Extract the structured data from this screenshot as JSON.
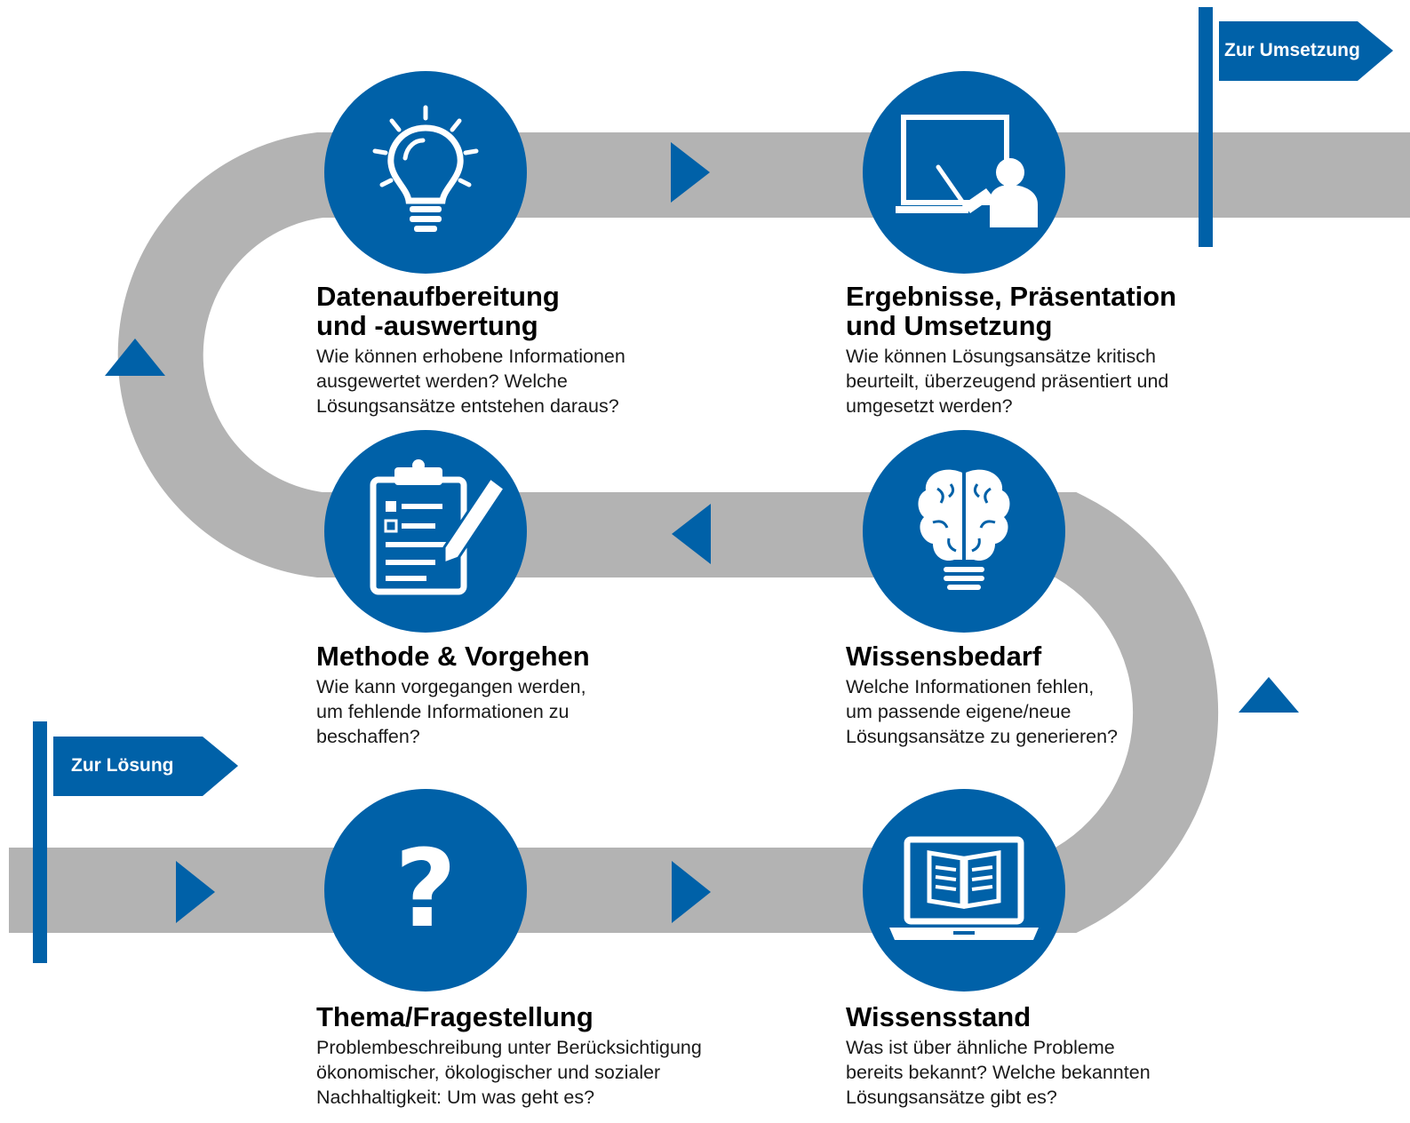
{
  "colors": {
    "brand_blue": "#0061a8",
    "road_gray": "#b3b3b3"
  },
  "flags": {
    "start_label": "Zur Lösung",
    "end_label": "Zur Umsetzung"
  },
  "steps": [
    {
      "icon": "question-mark-icon",
      "title": "Thema/Fragestellung",
      "description": [
        "Problembeschreibung unter Berücksichtigung",
        "ökonomischer, ökologischer und sozialer",
        "Nachhaltigkeit: Um was geht es?"
      ]
    },
    {
      "icon": "laptop-book-icon",
      "title": "Wissensstand",
      "description": [
        "Was ist über ähnliche Probleme",
        "bereits bekannt? Welche bekannten",
        "Lösungsansätze gibt es?"
      ]
    },
    {
      "icon": "brain-bulb-icon",
      "title": "Wissensbedarf",
      "description": [
        "Welche Informationen fehlen,",
        "um passende eigene/neue",
        "Lösungsansätze zu generieren?"
      ]
    },
    {
      "icon": "clipboard-pencil-icon",
      "title": "Methode & Vorgehen",
      "description": [
        "Wie kann vorgegangen werden,",
        "um fehlende Informationen zu",
        "beschaffen?"
      ]
    },
    {
      "icon": "lightbulb-icon",
      "title_lines": [
        "Datenaufbereitung",
        "und -auswertung"
      ],
      "description": [
        "Wie können erhobene Informationen",
        "ausgewertet werden? Welche",
        "Lösungsansätze entstehen daraus?"
      ]
    },
    {
      "icon": "presenter-board-icon",
      "title_lines": [
        "Ergebnisse, Präsentation",
        "und Umsetzung"
      ],
      "description": [
        "Wie können Lösungsansätze kritisch",
        "beurteilt, überzeugend präsentiert und",
        "umgesetzt werden?"
      ]
    }
  ]
}
